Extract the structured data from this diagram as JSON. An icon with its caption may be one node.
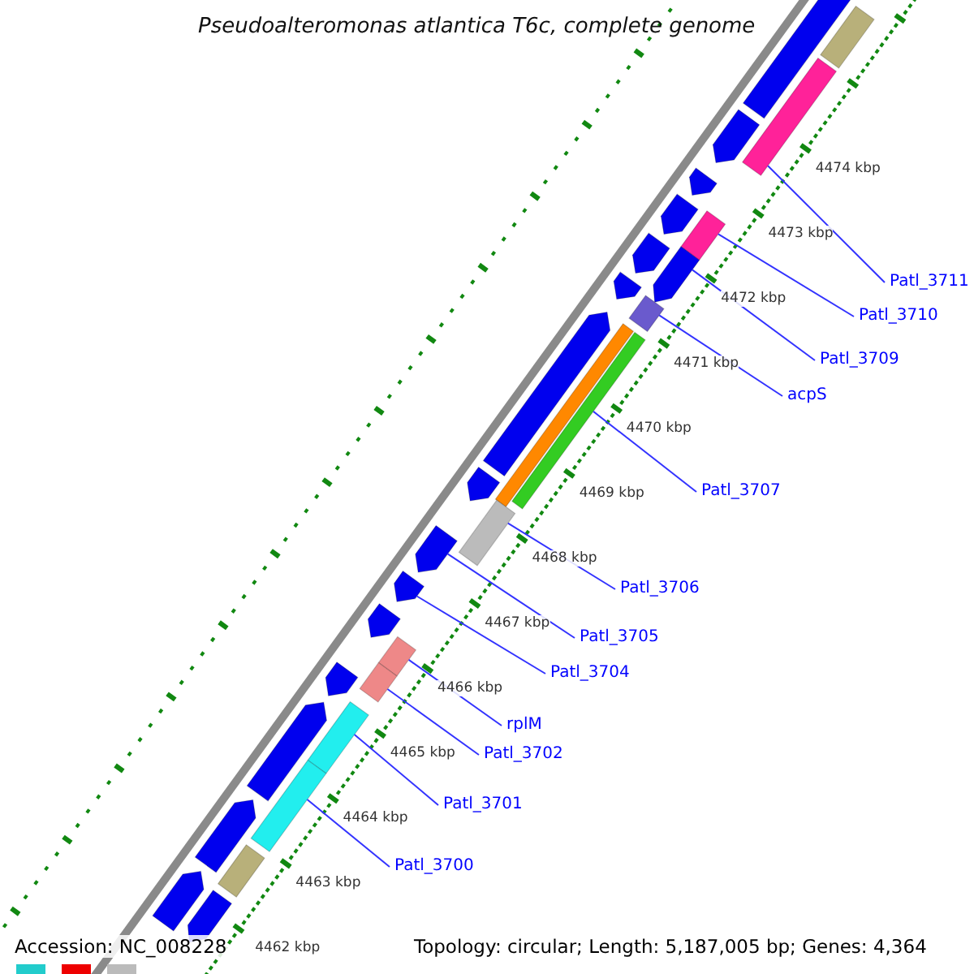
{
  "diagram": {
    "title": "Pseudoalteromonas atlantica T6c, complete genome",
    "nodes": [
      {
        "text": [
          "Patl_3711"
        ]
      },
      {
        "text": [
          "Patl_3710"
        ]
      },
      {
        "text": [
          "Patl_3709"
        ]
      },
      {
        "text": [
          "acpS"
        ]
      },
      {
        "text": [
          "Patl_3707"
        ]
      },
      {
        "text": [
          "Patl_3706"
        ]
      },
      {
        "text": [
          "Patl_3705"
        ]
      },
      {
        "text": [
          "Patl_3704"
        ]
      },
      {
        "text": [
          "rplM"
        ]
      },
      {
        "text": [
          "Patl_3702"
        ]
      },
      {
        "text": [
          "Patl_3701"
        ]
      },
      {
        "text": [
          "Patl_3700"
        ]
      },
      {
        "text": [],
        "shape": "pentagon"
      },
      {
        "text": [],
        "shape": "bar"
      },
      {
        "text": [],
        "shape": "bar"
      },
      {
        "text": [],
        "shape": "pentagon"
      },
      {
        "text": [],
        "shape": "pentagon"
      },
      {
        "text": [],
        "shape": "bar"
      },
      {
        "text": [],
        "shape": "pentagon"
      },
      {
        "text": [],
        "shape": "pentagon"
      },
      {
        "text": [],
        "shape": "pentagon"
      },
      {
        "text": [],
        "shape": "pentagon"
      },
      {
        "text": [],
        "shape": "bar"
      },
      {
        "text": [],
        "shape": "pentagon"
      },
      {
        "text": [],
        "shape": "bar"
      },
      {
        "text": [],
        "shape": "bar"
      },
      {
        "text": [],
        "shape": "pentagon"
      },
      {
        "text": [],
        "shape": "bar"
      },
      {
        "text": [],
        "shape": "pentagon"
      },
      {
        "text": [],
        "shape": "pentagon"
      },
      {
        "text": [],
        "shape": "pentagon"
      },
      {
        "text": [],
        "shape": "bar"
      },
      {
        "text": [],
        "shape": "bar"
      },
      {
        "text": [],
        "shape": "pentagon"
      },
      {
        "text": [],
        "shape": "bar"
      },
      {
        "text": [],
        "shape": "pentagon"
      },
      {
        "text": [],
        "shape": "bar"
      },
      {
        "text": [],
        "shape": "pentagon"
      },
      {
        "text": [],
        "shape": "bar"
      },
      {
        "text": [],
        "shape": "pentagon"
      },
      {
        "text": [],
        "shape": "pentagon"
      },
      {
        "text": [],
        "shape": "bar"
      },
      {
        "text": [],
        "shape": "bar"
      },
      {
        "text": [],
        "shape": "bar"
      }
    ],
    "edges": [
      {
        "from": 0,
        "to": 14,
        "arrow": "none"
      },
      {
        "from": 1,
        "to": 17,
        "arrow": "none"
      },
      {
        "from": 2,
        "to": 19,
        "arrow": "none"
      },
      {
        "from": 3,
        "to": 22,
        "arrow": "none"
      },
      {
        "from": 4,
        "to": 25,
        "arrow": "none"
      },
      {
        "from": 5,
        "to": 27,
        "arrow": "none"
      },
      {
        "from": 6,
        "to": 28,
        "arrow": "none"
      },
      {
        "from": 7,
        "to": 29,
        "arrow": "none"
      },
      {
        "from": 8,
        "to": 31,
        "arrow": "none"
      },
      {
        "from": 9,
        "to": 32,
        "arrow": "none"
      },
      {
        "from": 10,
        "to": 34,
        "arrow": "none"
      },
      {
        "from": 11,
        "to": 36,
        "arrow": "none"
      }
    ],
    "labels": [
      "4474 kbp",
      "4473 kbp",
      "4472 kbp",
      "4471 kbp",
      "4470 kbp",
      "4469 kbp",
      "4468 kbp",
      "4467 kbp",
      "4466 kbp",
      "4465 kbp",
      "4464 kbp",
      "4463 kbp",
      "Accession: NC_008228",
      "4462 kbp",
      "Topology: circular; Length: 5,187,005 bp; Genes: 4,364"
    ]
  }
}
